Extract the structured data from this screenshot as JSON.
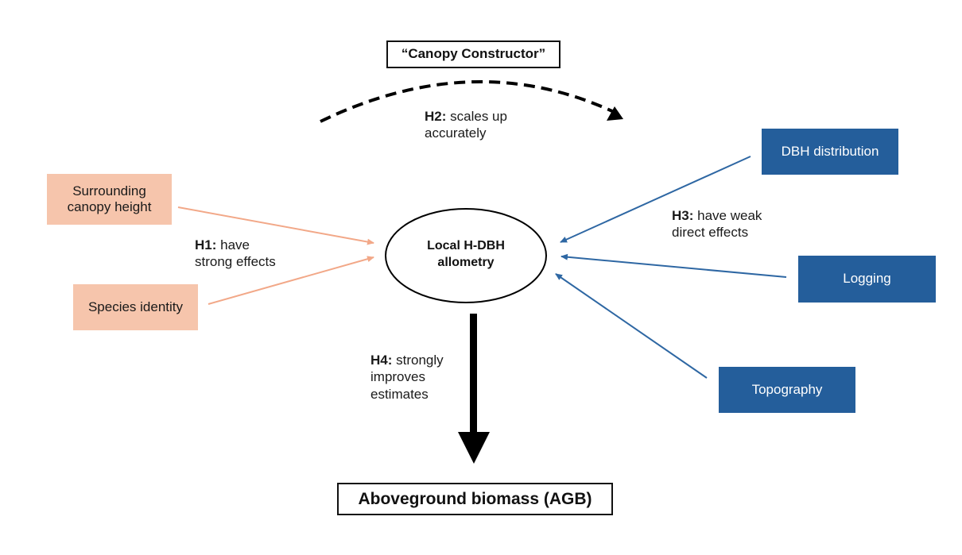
{
  "title_box": "“Canopy Constructor”",
  "central_node": {
    "line1": "Local H-DBH",
    "line2": "allometry"
  },
  "outcome_node": "Aboveground biomass (AGB)",
  "left_drivers": [
    {
      "line1": "Surrounding",
      "line2": "canopy height"
    },
    {
      "label": "Species identity"
    }
  ],
  "right_drivers": [
    {
      "label": "DBH distribution"
    },
    {
      "label": "Logging"
    },
    {
      "label": "Topography"
    }
  ],
  "hypotheses": {
    "h1": {
      "tag": "H1:",
      "line1": " have",
      "line2": "strong effects"
    },
    "h2": {
      "tag": "H2:",
      "line1": " scales up",
      "line2": "accurately"
    },
    "h3": {
      "tag": "H3:",
      "line1": " have weak",
      "line2": "direct effects"
    },
    "h4": {
      "tag": "H4:",
      "line1": " strongly",
      "line2": "improves",
      "line3": "estimates"
    }
  },
  "colors": {
    "peach_fill": "#f6c5ac",
    "peach_arrow": "#f2a888",
    "blue_fill": "#245e9b",
    "blue_arrow": "#2e67a3",
    "black": "#000000"
  }
}
